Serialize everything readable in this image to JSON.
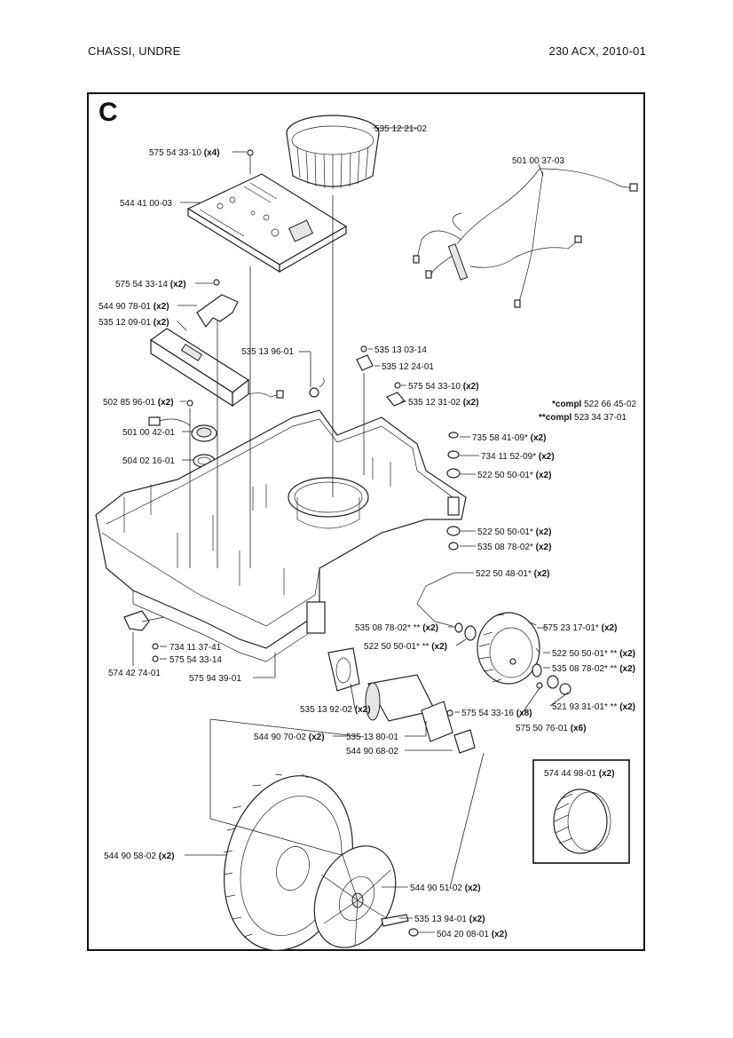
{
  "header": {
    "left": "CHASSI,  UNDRE",
    "right": "230 ACX, 2010-01"
  },
  "section_letter": "C",
  "notes": {
    "compl_1_prefix": "*compl",
    "compl_1_number": "522 66 45-02",
    "compl_2_prefix": "**compl",
    "compl_2_number": "523 34 37-01"
  },
  "inset": {
    "part": "574 44 98-01",
    "qty": "(x2)"
  },
  "callouts": [
    {
      "part": "535 12 21-02",
      "qty": ""
    },
    {
      "part": "575 54 33-10",
      "qty": "(x4)"
    },
    {
      "part": "544 41 00-03",
      "qty": ""
    },
    {
      "part": "501 00 37-03",
      "qty": ""
    },
    {
      "part": "575 54 33-14",
      "qty": "(x2)"
    },
    {
      "part": "544 90 78-01",
      "qty": "(x2)"
    },
    {
      "part": "535 12 09-01",
      "qty": "(x2)"
    },
    {
      "part": "535 13 96-01",
      "qty": ""
    },
    {
      "part": "535 13 03-14",
      "qty": ""
    },
    {
      "part": "535 12 24-01",
      "qty": ""
    },
    {
      "part": "575 54 33-10",
      "qty": "(x2)"
    },
    {
      "part": "535 12 31-02",
      "qty": "(x2)"
    },
    {
      "part": "502 85 96-01",
      "qty": "(x2)"
    },
    {
      "part": "501 00 42-01",
      "qty": ""
    },
    {
      "part": "504 02 16-01",
      "qty": ""
    },
    {
      "part": "735 58 41-09*",
      "qty": "(x2)"
    },
    {
      "part": "734 11 52-09*",
      "qty": "(x2)"
    },
    {
      "part": "522 50 50-01*",
      "qty": "(x2)"
    },
    {
      "part": "522 50 50-01*",
      "qty": "(x2)"
    },
    {
      "part": "535 08 78-02*",
      "qty": "(x2)"
    },
    {
      "part": "522 50 48-01*",
      "qty": "(x2)"
    },
    {
      "part": "535 08 78-02* **",
      "qty": "(x2)"
    },
    {
      "part": "522 50 50-01* **",
      "qty": "(x2)"
    },
    {
      "part": "575 23 17-01*",
      "qty": "(x2)"
    },
    {
      "part": "522 50 50-01* **",
      "qty": "(x2)"
    },
    {
      "part": "535 08 78-02* **",
      "qty": "(x2)"
    },
    {
      "part": "521 93 31-01* **",
      "qty": "(x2)"
    },
    {
      "part": "575 50 76-01",
      "qty": "(x6)"
    },
    {
      "part": "734 11 37-41",
      "qty": ""
    },
    {
      "part": "575 54 33-14",
      "qty": ""
    },
    {
      "part": "574 42 74-01",
      "qty": ""
    },
    {
      "part": "575 94 39-01",
      "qty": ""
    },
    {
      "part": "535 13 92-02",
      "qty": "(x2)"
    },
    {
      "part": "575 54 33-16",
      "qty": "(x8)"
    },
    {
      "part": "544 90 70-02",
      "qty": "(x2)"
    },
    {
      "part": "535 13 80-01",
      "qty": ""
    },
    {
      "part": "544 90 68-02",
      "qty": ""
    },
    {
      "part": "544 90 58-02",
      "qty": "(x2)"
    },
    {
      "part": "544 90 51-02",
      "qty": "(x2)"
    },
    {
      "part": "535 13 94-01",
      "qty": "(x2)"
    },
    {
      "part": "504 20 08-01",
      "qty": "(x2)"
    }
  ]
}
